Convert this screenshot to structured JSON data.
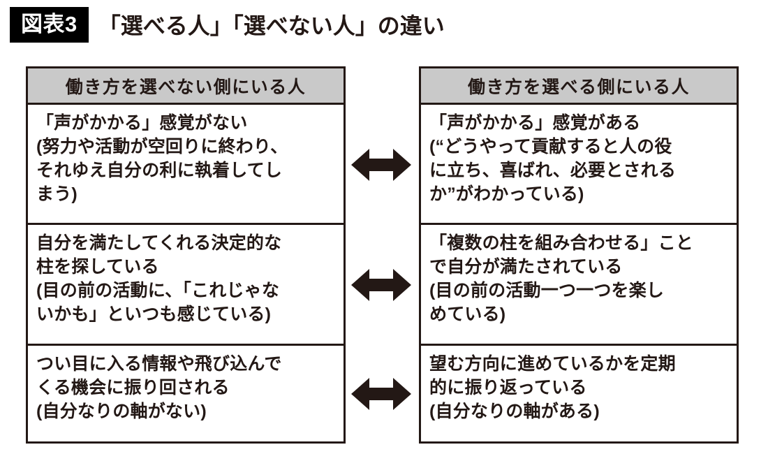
{
  "figure": {
    "badge_label": "図表3",
    "title": "「選べる人」「選べない人」の違い"
  },
  "colors": {
    "header_background": "#c9c9c9",
    "border": "#231815",
    "badge_background": "#000000",
    "badge_text": "#ffffff",
    "text": "#231815",
    "page_background": "#ffffff"
  },
  "comparison": {
    "left_column": {
      "header": "働き方を選べない側にいる人",
      "rows": [
        {
          "lines": [
            "「声がかかる」感覚がない",
            "(努力や活動が空回りに終わり、",
            "それゆえ自分の利に執着してし",
            "まう)"
          ]
        },
        {
          "lines": [
            "自分を満たしてくれる決定的な",
            "柱を探している",
            "(目の前の活動に、「これじゃな",
            "いかも」といつも感じている)"
          ]
        },
        {
          "lines": [
            "つい目に入る情報や飛び込んで",
            "くる機会に振り回される",
            "(自分なりの軸がない)"
          ]
        }
      ]
    },
    "right_column": {
      "header": "働き方を選べる側にいる人",
      "rows": [
        {
          "lines": [
            "「声がかかる」感覚がある",
            "(“どうやって貢献すると人の役",
            "に立ち、喜ばれ、必要とされる",
            "か”がわかっている)"
          ]
        },
        {
          "lines": [
            "「複数の柱を組み合わせる」こと",
            "で自分が満たされている",
            "(目の前の活動一つ一つを楽し",
            "めている)"
          ]
        },
        {
          "lines": [
            "望む方向に進めているかを定期",
            "的に振り返っている",
            "(自分なりの軸がある)"
          ]
        }
      ]
    },
    "connectors": [
      {
        "icon": "double-arrow-horizontal-icon",
        "glyph": "↔"
      },
      {
        "icon": "double-arrow-horizontal-icon",
        "glyph": "↔"
      },
      {
        "icon": "double-arrow-horizontal-icon",
        "glyph": "↔"
      }
    ]
  }
}
